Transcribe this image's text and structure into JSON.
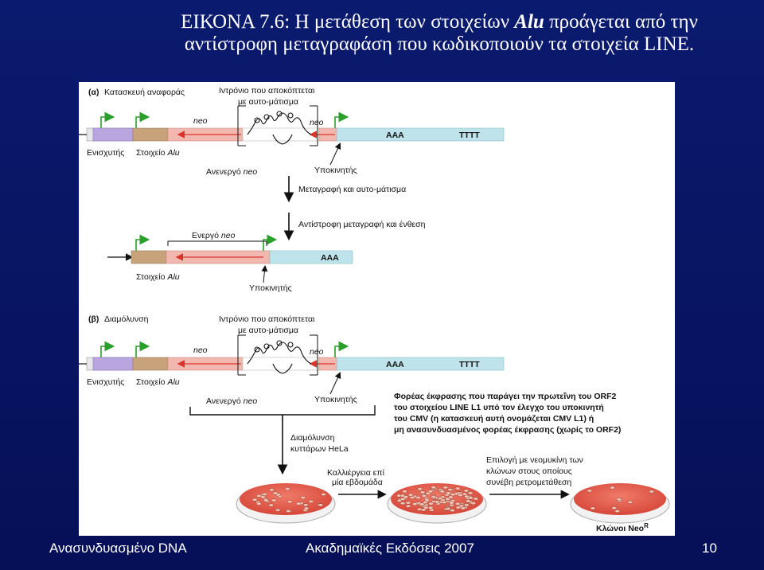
{
  "title": {
    "prefix": "ΕΙΚΟΝΑ 7.6:",
    "line1_a": " Η μετάθεση των στοιχείων ",
    "alu": "Alu",
    "line1_b": " προάγεται από την",
    "line2": "αντίστροφη μεταγραφάση που κωδικοποιούν τα στοιχεία LINE."
  },
  "panel_a": {
    "label": "(α)",
    "heading": "Κατασκευή αναφοράς",
    "intron": [
      "Ιντρόνιο που αποκόπτεται",
      "με αυτο-μάτισμα"
    ],
    "neo": "neo",
    "neo2": "neo",
    "aaa": "AAA",
    "tttt": "TTTT",
    "enhancer": "Ενισχυτής",
    "alu_elem_a": "Στοιχείο ",
    "alu_elem_b": "Alu",
    "inactive_a": "Ανενεργό ",
    "inactive_b": "neo",
    "promoter": "Υποκινητής",
    "step1": "Μεταγραφή και αυτο-μάτισμα",
    "step2": "Αντίστροφη μεταγραφή και ένθεση",
    "active_a": "Ενεργό ",
    "active_b": "neo",
    "aaa2": "AAA",
    "alu_elem2_a": "Στοιχείο ",
    "alu_elem2_b": "Alu",
    "promoter2": "Υποκινητής"
  },
  "panel_b": {
    "label": "(β)",
    "heading": "Διαμόλυνση",
    "intron": [
      "Ιντρόνιο που αποκόπτεται",
      "με αυτο-μάτισμα"
    ],
    "neo": "neo",
    "neo2": "neo",
    "aaa": "AAA",
    "tttt": "TTTT",
    "enhancer": "Ενισχυτής",
    "alu_elem_a": "Στοιχείο ",
    "alu_elem_b": "Alu",
    "inactive_a": "Ανενεργό ",
    "inactive_b": "neo",
    "promoter": "Υποκινητής",
    "vector": [
      "Φορέας έκφρασης που παράγει την πρωτεΐνη του ORF2",
      "του στοιχείου LINE L1 υπό τον έλεγχο του υποκινητή",
      "του CMV (η κατασκευή αυτή ονομάζεται CMV L1) ή",
      "μη ανασυνδυασμένος φορέας έκφρασης (χωρίς το ORF2)"
    ],
    "transfection": [
      "Διαμόλυνση",
      "κυττάρων HeLa"
    ],
    "culture": [
      "Καλλιέργεια επί",
      "μία εβδομάδα"
    ],
    "selection": [
      "Επιλογή με νεομυκίνη των",
      "κλώνων στους οποίους",
      "συνέβη ρετρομετάθεση"
    ],
    "clones": "Κλώνοι Neo",
    "clones_sup": "R"
  },
  "footer": {
    "left": "Ανασυνδυασμένο DNA",
    "center": "Ακαδημαϊκές Εκδόσεις 2007",
    "page": "10"
  },
  "colors": {
    "background": "#0a1a6e",
    "enhancer": "#b9a5e0",
    "alu": "#c8a27a",
    "neo": "#f2b8b0",
    "tail": "#bfe3ea",
    "arrow_green": "#2aa02a",
    "arrow_red": "#d9342c",
    "plate": "#e25a4a"
  }
}
